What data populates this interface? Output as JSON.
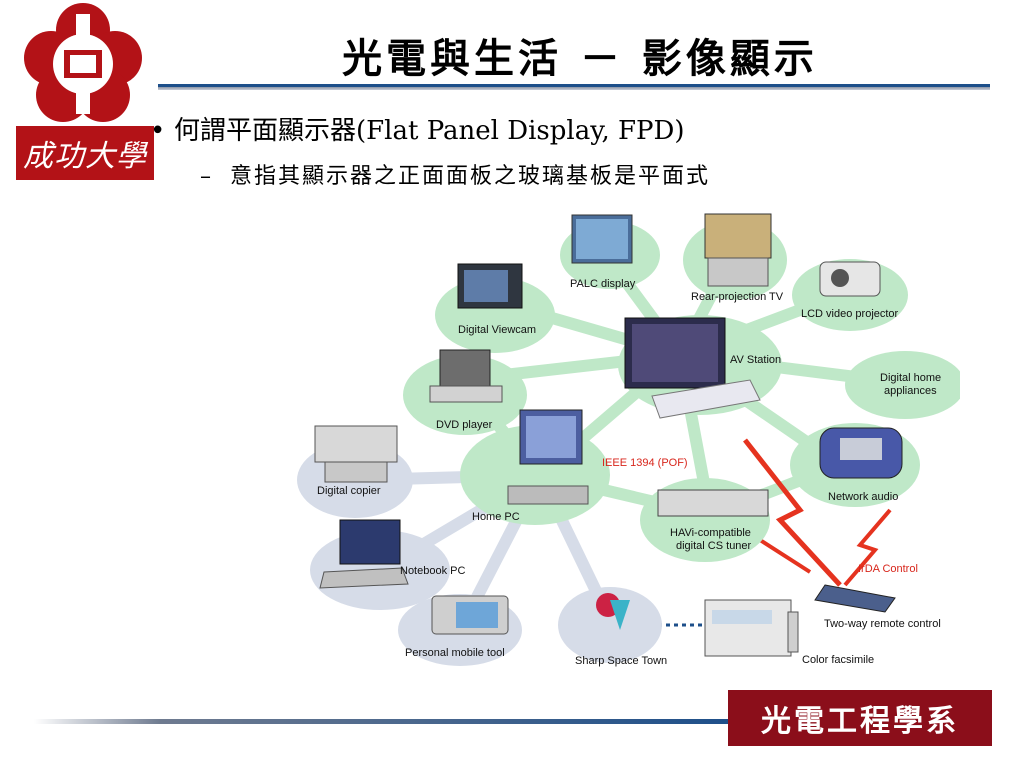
{
  "header": {
    "title": "光電與生活 － 影像顯示",
    "logo_text": "成功大學"
  },
  "content": {
    "bullet": "何謂平面顯示器(Flat Panel Display, FPD)",
    "sub": "意指其顯示器之正面面板之玻璃基板是平面式"
  },
  "diagram": {
    "hub": "AV Station",
    "nodes": {
      "palc": "PALC display",
      "rear": "Rear-projection TV",
      "lcdproj": "LCD video projector",
      "viewcam": "Digital Viewcam",
      "dvd": "DVD player",
      "appliances_1": "Digital home",
      "appliances_2": "appliances",
      "copier": "Digital copier",
      "homepc": "Home PC",
      "ieee": "IEEE 1394 (POF)",
      "netaudio": "Network audio",
      "havi_1": "HAVi-compatible",
      "havi_2": "digital CS tuner",
      "irda": "IrDA Control",
      "notebook": "Notebook PC",
      "remote": "Two-way remote control",
      "mobile": "Personal mobile tool",
      "spacetown": "Sharp Space Town",
      "fax": "Color facsimile"
    }
  },
  "footer": {
    "dept": "光電工程學系"
  },
  "colors": {
    "accent_red": "#8b0e1a",
    "rule_blue": "#1d4f8a",
    "node_green": "#bfe8c8",
    "node_grey": "#d6dce8"
  }
}
